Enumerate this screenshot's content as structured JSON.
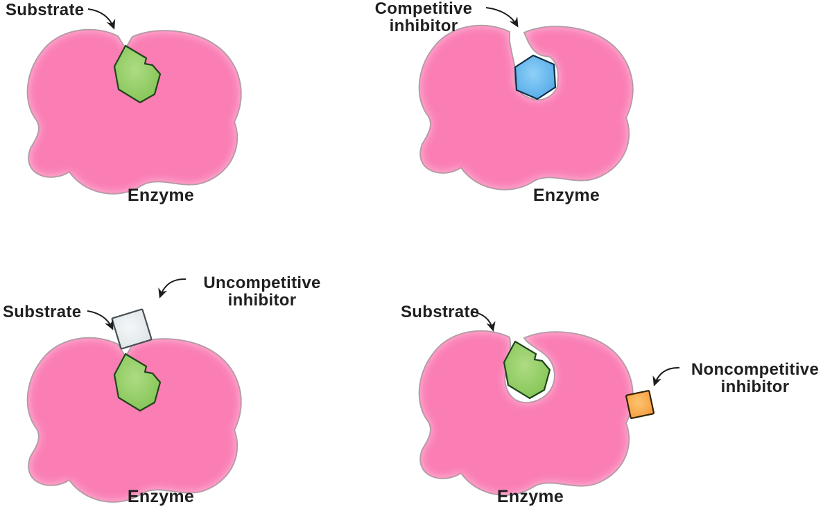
{
  "colors": {
    "enzyme_fill": "#fa7db4",
    "enzyme_rim": "#fcc6dd",
    "enzyme_outline": "#a3a3a3",
    "substrate_fill": "#7cc14d",
    "substrate_fill_light": "#aedb83",
    "substrate_outline": "#20431c",
    "competitive_fill": "#4aa2e6",
    "competitive_fill_light": "#8ed1f7",
    "competitive_outline": "#132c44",
    "uncompetitive_fill": "#dde3e7",
    "uncompetitive_fill_light": "#f4f7f8",
    "uncompetitive_outline": "#484f54",
    "noncompetitive_fill": "#f7993a",
    "noncompetitive_fill_light": "#fcc46f",
    "noncompetitive_outline": "#332205",
    "label_color": "#1f1f1f",
    "arrow_color": "#1c1c1c"
  },
  "panels": {
    "top_left": {
      "substrate_label": "Substrate",
      "enzyme_label": "Enzyme"
    },
    "top_right": {
      "inhibitor_label_line1": "Competitive",
      "inhibitor_label_line2": "inhibitor",
      "enzyme_label": "Enzyme"
    },
    "bottom_left": {
      "substrate_label": "Substrate",
      "inhibitor_label_line1": "Uncompetitive",
      "inhibitor_label_line2": "inhibitor",
      "enzyme_label": "Enzyme"
    },
    "bottom_right": {
      "substrate_label": "Substrate",
      "inhibitor_label_line1": "Noncompetitive",
      "inhibitor_label_line2": "inhibitor",
      "enzyme_label": "Enzyme"
    }
  }
}
